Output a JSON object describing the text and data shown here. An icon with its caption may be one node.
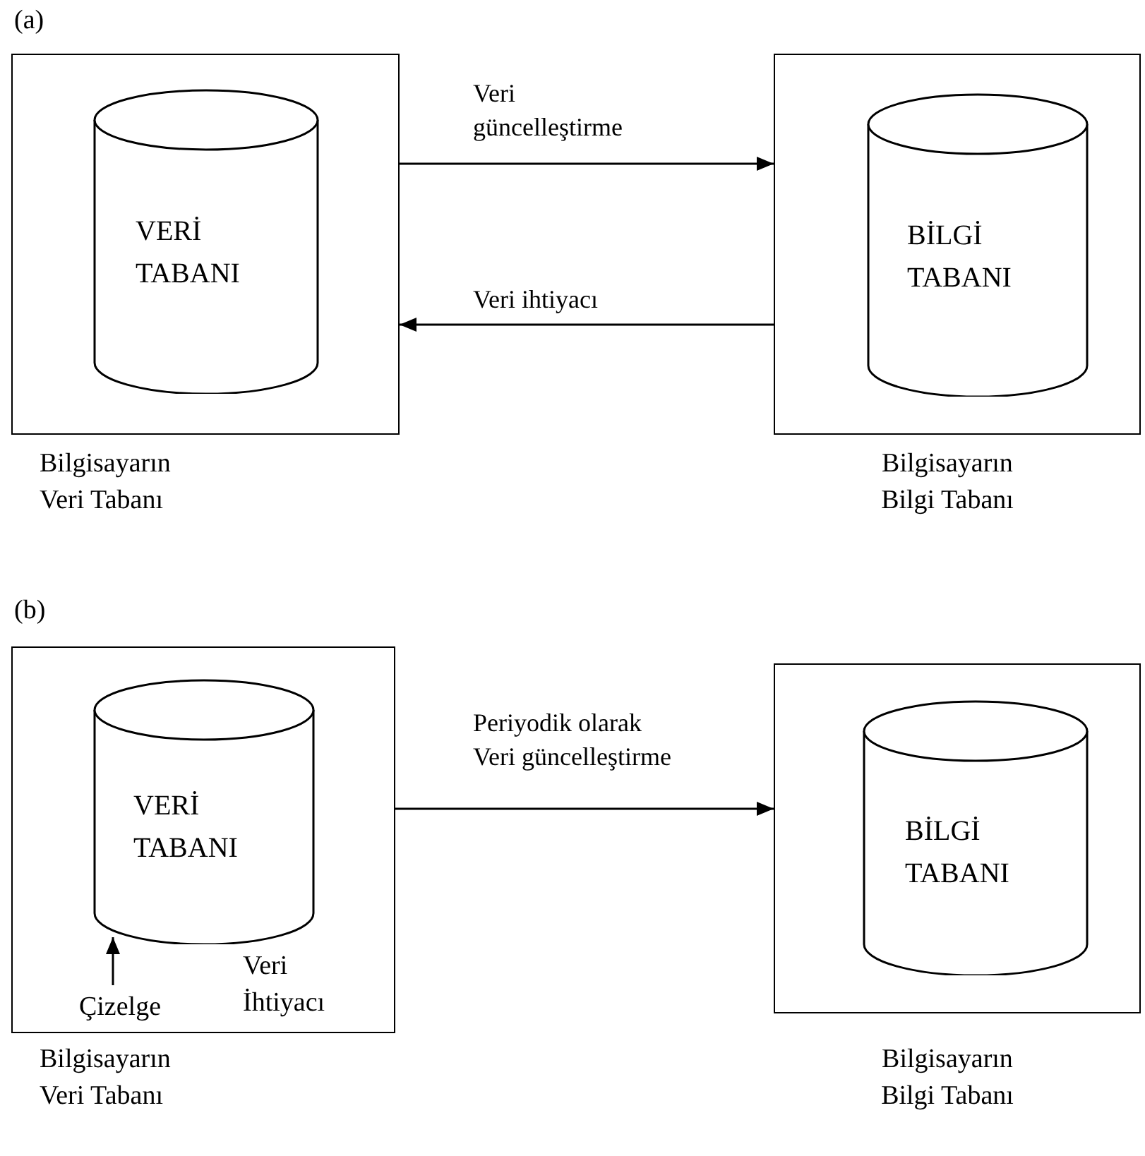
{
  "diagram": {
    "nodes": [
      {
        "text": [],
        "shape": "box",
        "beside": [
          "Bilgisayarın Veri Tabanı"
        ]
      },
      {
        "text": [
          "VERİ TABANI"
        ],
        "in": 0
      },
      {
        "text": [],
        "shape": "box",
        "beside": [
          "Bilgisayarın Bilgi Tabanı"
        ]
      },
      {
        "text": [
          "BİLGİ TABANI"
        ],
        "in": 2
      },
      {
        "text": [],
        "shape": "box",
        "beside": [
          "Bilgisayarın Veri Tabanı"
        ]
      },
      {
        "text": [
          "VERİ TABANI"
        ],
        "in": 4
      },
      {
        "text": [
          "Çizelge"
        ],
        "in": 4
      },
      {
        "text": [],
        "shape": "box",
        "beside": [
          "Bilgisayarın Bilgi Tabanı"
        ]
      },
      {
        "text": [
          "BİLGİ TABANI"
        ],
        "in": 7
      }
    ],
    "edges": [
      {
        "from": 0,
        "to": 2,
        "arrow": "to",
        "label": "Veri güncelleştirme"
      },
      {
        "from": 2,
        "to": 0,
        "arrow": "to",
        "label": "Veri ihtiyacı"
      },
      {
        "from": 4,
        "to": 7,
        "arrow": "to",
        "label": "Periyodik olarak Veri güncelleştirme"
      },
      {
        "from": 6,
        "to": 5,
        "arrow": "to"
      }
    ],
    "labels": [
      "(a)",
      "(b)",
      "Veri İhtiyacı"
    ]
  }
}
